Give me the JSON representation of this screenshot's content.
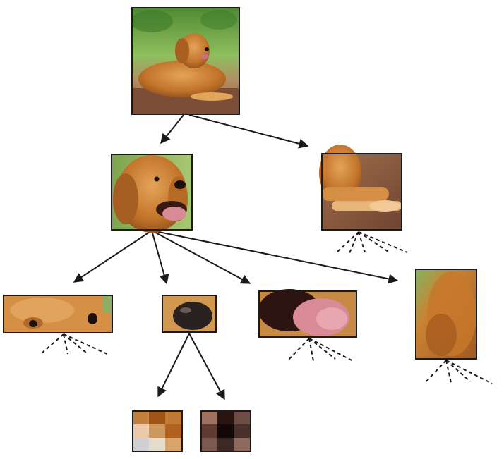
{
  "diagram": {
    "description_free": true,
    "nodes": [
      {
        "id": "root",
        "name": "node-dog-full"
      },
      {
        "id": "head",
        "name": "node-dog-head"
      },
      {
        "id": "legs",
        "name": "node-dog-legs"
      },
      {
        "id": "eyes",
        "name": "node-dog-eyes"
      },
      {
        "id": "nose",
        "name": "node-dog-nose"
      },
      {
        "id": "mouth",
        "name": "node-dog-mouth"
      },
      {
        "id": "ear",
        "name": "node-dog-ear"
      },
      {
        "id": "nose-a",
        "name": "node-nose-patch-a"
      },
      {
        "id": "nose-b",
        "name": "node-nose-patch-b"
      }
    ],
    "edges": [
      {
        "from": "root",
        "to": "head"
      },
      {
        "from": "root",
        "to": "legs"
      },
      {
        "from": "head",
        "to": "eyes"
      },
      {
        "from": "head",
        "to": "nose"
      },
      {
        "from": "head",
        "to": "mouth"
      },
      {
        "from": "head",
        "to": "ear"
      },
      {
        "from": "nose",
        "to": "nose-a"
      },
      {
        "from": "nose",
        "to": "nose-b"
      }
    ],
    "continuation_nodes": [
      "legs",
      "eyes",
      "mouth",
      "ear"
    ]
  },
  "colors": {
    "fur": "#c8782c",
    "fur_light": "#e0a55a",
    "fur_dark": "#8a4a18",
    "foliage": "#5f9a3c",
    "ground": "#8c5a3c",
    "tongue": "#d88a96",
    "edge": "#1a1a1a"
  }
}
